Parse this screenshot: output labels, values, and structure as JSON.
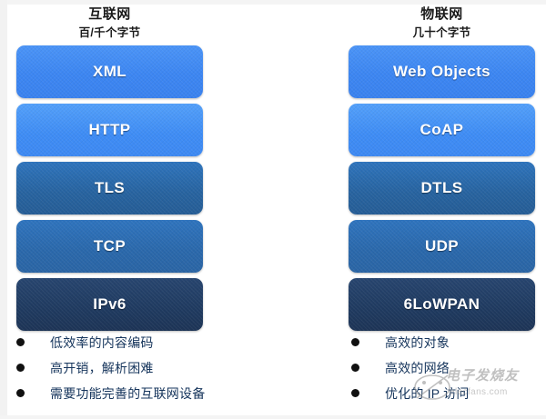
{
  "diagram": {
    "title_internet": "互联网",
    "subtitle_internet": "百/千个字节",
    "title_iot": "物联网",
    "subtitle_iot": "几十个字节",
    "columns": [
      {
        "id": "internet",
        "title": "互联网",
        "subtitle": "百/千个字节",
        "layers": [
          {
            "label": "XML",
            "color": "#3f8bf4"
          },
          {
            "label": "HTTP",
            "color": "#418ef5"
          },
          {
            "label": "TLS",
            "color": "#28659f"
          },
          {
            "label": "TCP",
            "color": "#2a69ab"
          },
          {
            "label": "IPv6",
            "color": "#1f3a60"
          }
        ],
        "bullets": [
          "低效率的内容编码",
          "高开销，解析困难",
          "需要功能完善的互联网设备"
        ]
      },
      {
        "id": "iot",
        "title": "物联网",
        "subtitle": "几十个字节",
        "layers": [
          {
            "label": "Web Objects",
            "color": "#3f8bf4"
          },
          {
            "label": "CoAP",
            "color": "#418ef5"
          },
          {
            "label": "DTLS",
            "color": "#28659f"
          },
          {
            "label": "UDP",
            "color": "#2a69ab"
          },
          {
            "label": "6LoWPAN",
            "color": "#1f3a60"
          }
        ],
        "bullets": [
          "高效的对象",
          "高效的网络",
          "优化的 IP 访问"
        ]
      }
    ]
  },
  "watermark": {
    "text": "电子发烧友",
    "sub": "elecfans.com"
  },
  "colors": {
    "background": "#ffffff",
    "tone_light_1": "#3f8bf4",
    "tone_light_2": "#418ef5",
    "tone_mid_1": "#28659f",
    "tone_mid_2": "#2a69ab",
    "tone_dark": "#1f3a60",
    "bullet_text": "#16355c",
    "title_text": "#1a1a1a"
  }
}
